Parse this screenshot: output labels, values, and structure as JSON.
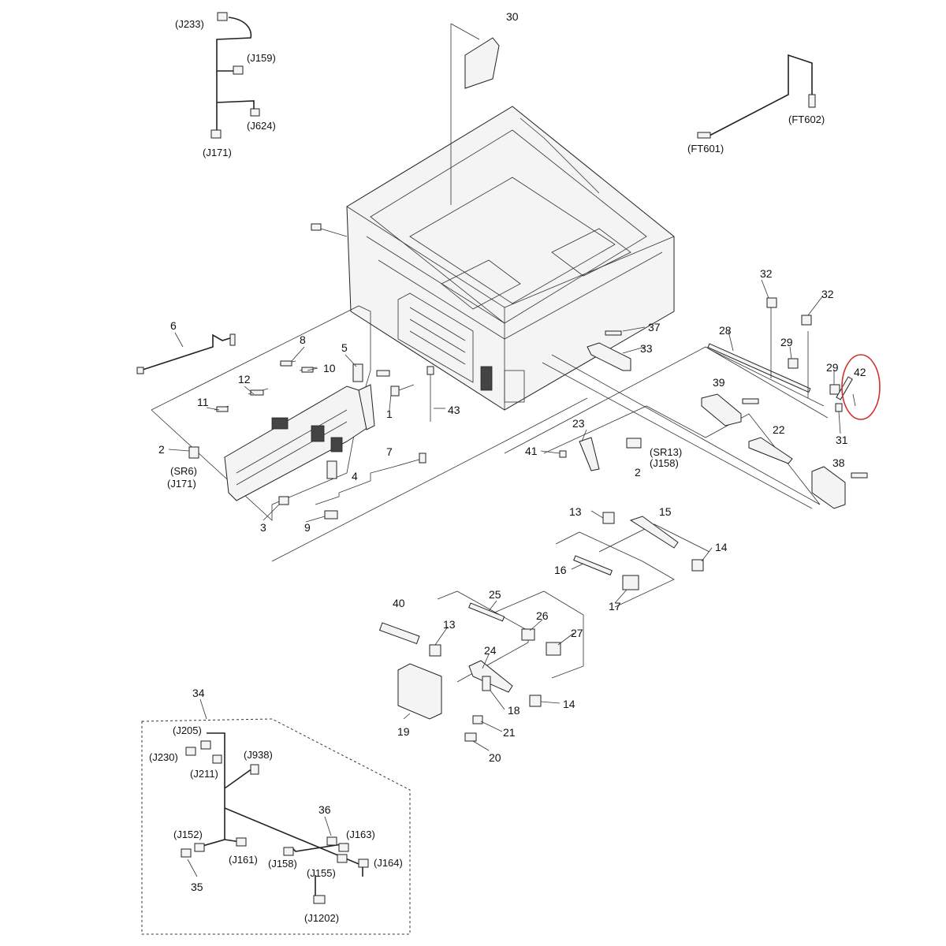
{
  "callouts": {
    "n1": "1",
    "n2a": "2",
    "n2b": "2",
    "n3": "3",
    "n4": "4",
    "n5": "5",
    "n6": "6",
    "n7": "7",
    "n8": "8",
    "n9": "9",
    "n10": "10",
    "n11": "11",
    "n12": "12",
    "n13a": "13",
    "n13b": "13",
    "n14a": "14",
    "n14b": "14",
    "n15": "15",
    "n16": "16",
    "n17": "17",
    "n18": "18",
    "n19": "19",
    "n20": "20",
    "n21": "21",
    "n22": "22",
    "n23": "23",
    "n24": "24",
    "n25": "25",
    "n26": "26",
    "n27": "27",
    "n28": "28",
    "n29a": "29",
    "n29b": "29",
    "n30": "30",
    "n31": "31",
    "n32a": "32",
    "n32b": "32",
    "n33": "33",
    "n34": "34",
    "n35": "35",
    "n36": "36",
    "n37": "37",
    "n38": "38",
    "n39": "39",
    "n40": "40",
    "n41": "41",
    "n42": "42",
    "n43": "43"
  },
  "connectors": {
    "j233": "(J233)",
    "j159": "(J159)",
    "j624": "(J624)",
    "j171a": "(J171)",
    "ft601": "(FT601)",
    "ft602": "(FT602)",
    "sr6": "(SR6)",
    "j171b": "(J171)",
    "sr13": "(SR13)",
    "j158a": "(J158)",
    "j205": "(J205)",
    "j230": "(J230)",
    "j211": "(J211)",
    "j938": "(J938)",
    "j152": "(J152)",
    "j161": "(J161)",
    "j158b": "(J158)",
    "j155": "(J155)",
    "j163": "(J163)",
    "j164": "(J164)",
    "j1202": "(J1202)"
  },
  "highlight": {
    "color": "#d0312d",
    "target": "42"
  }
}
